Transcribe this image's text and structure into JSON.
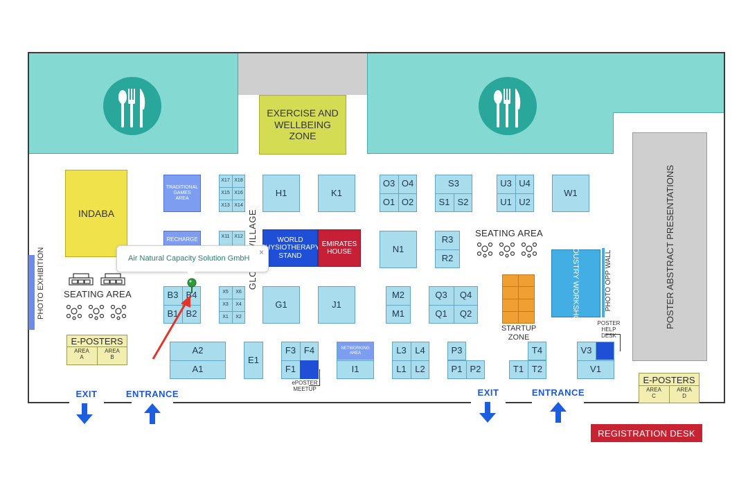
{
  "colors": {
    "food_court": "#85d9d3",
    "booth": "#a9dcec",
    "booth_border": "#5fa6c2",
    "yellow_zone": "#f0e24a",
    "exercise_zone": "#d4dc54",
    "gray": "#cfcfcf",
    "blue_stand": "#1f4fd6",
    "red_stand": "#c72036",
    "startup": "#f0a032",
    "workshop": "#43aee3",
    "eposter": "#f1eeb0",
    "registration": "#c82333",
    "arrow": "#1b5ee0",
    "pin": "#2e9c3c",
    "red_arrow": "#e2342a"
  },
  "icons": {
    "food": "cutlery-icon",
    "seating": "seating-icon",
    "exit": "down-arrow-icon",
    "entrance": "up-arrow-icon",
    "pin": "location-pin-icon"
  },
  "zones": {
    "exercise": [
      "EXERCISE AND",
      "WELLBEING",
      "ZONE"
    ],
    "indaba": "INDABA",
    "traditional_games": [
      "TRADITIONAL",
      "GAMES",
      "AREA"
    ],
    "recharge": "RECHARGE",
    "global_village": "GLOBAL VILLAGE",
    "world_physio": [
      "WORLD",
      "PHYSIOTHERAPY",
      "STAND"
    ],
    "emirates": [
      "EMIRATES",
      "HOUSE"
    ],
    "seating_area_left": "SEATING AREA",
    "seating_area_mid": "SEATING AREA",
    "industry_workshop": "INDUSTRY WORKSHOP",
    "photo_opp_wall": "PHOTO OPP WALL",
    "poster_abstract": "POSTER ABSTRACT PRESENTATIONS",
    "photo_exhibition": "PHOTO EXHIBITION",
    "startup": [
      "STARTUP",
      "ZONE"
    ],
    "poster_help_desk": [
      "POSTER",
      "HELP",
      "DESK"
    ],
    "eposter_meetup": [
      "ePOSTER",
      "MEETUP"
    ],
    "networking_area": [
      "NETWORKING",
      "AREA"
    ],
    "eposters_left": {
      "title": "E-POSTERS",
      "area_a": [
        "AREA",
        "A"
      ],
      "area_b": [
        "AREA",
        "B"
      ]
    },
    "eposters_right": {
      "title": "E-POSTERS",
      "area_c": [
        "AREA",
        "C"
      ],
      "area_d": [
        "AREA",
        "D"
      ]
    }
  },
  "booths": {
    "H1": "H1",
    "K1": "K1",
    "W1": "W1",
    "N1": "N1",
    "G1": "G1",
    "J1": "J1",
    "E1": "E1",
    "I1": "I1",
    "A2": "A2",
    "A1": "A1",
    "B3": "B3",
    "B4": "B4",
    "B1": "B1",
    "B2": "B2",
    "O3": "O3",
    "O4": "O4",
    "O1": "O1",
    "O2": "O2",
    "S3": "S3",
    "S1": "S1",
    "S2": "S2",
    "U3": "U3",
    "U4": "U4",
    "U1": "U1",
    "U2": "U2",
    "R3": "R3",
    "R2": "R2",
    "M2": "M2",
    "M1": "M1",
    "Q3": "Q3",
    "Q4": "Q4",
    "Q1": "Q1",
    "Q2": "Q2",
    "F3": "F3",
    "F4": "F4",
    "F1": "F1",
    "L3": "L3",
    "L4": "L4",
    "L1": "L1",
    "L2": "L2",
    "P3": "P3",
    "P1": "P1",
    "P2": "P2",
    "T4": "T4",
    "T1": "T1",
    "T2": "T2",
    "V3": "V3",
    "V1": "V1",
    "X17": "X17",
    "X18": "X18",
    "X15": "X15",
    "X16": "X16",
    "X13": "X13",
    "X14": "X14",
    "X11": "X11",
    "X12": "X12",
    "X5": "X5",
    "X6": "X6",
    "X3": "X3",
    "X4": "X4",
    "X1": "X1",
    "X2": "X2"
  },
  "nav": {
    "exit": "EXIT",
    "entrance": "ENTRANCE"
  },
  "registration_desk": "REGISTRATION DESK",
  "popup": {
    "title": "Air Natural Capacity Solution GmbH",
    "close": "×"
  }
}
